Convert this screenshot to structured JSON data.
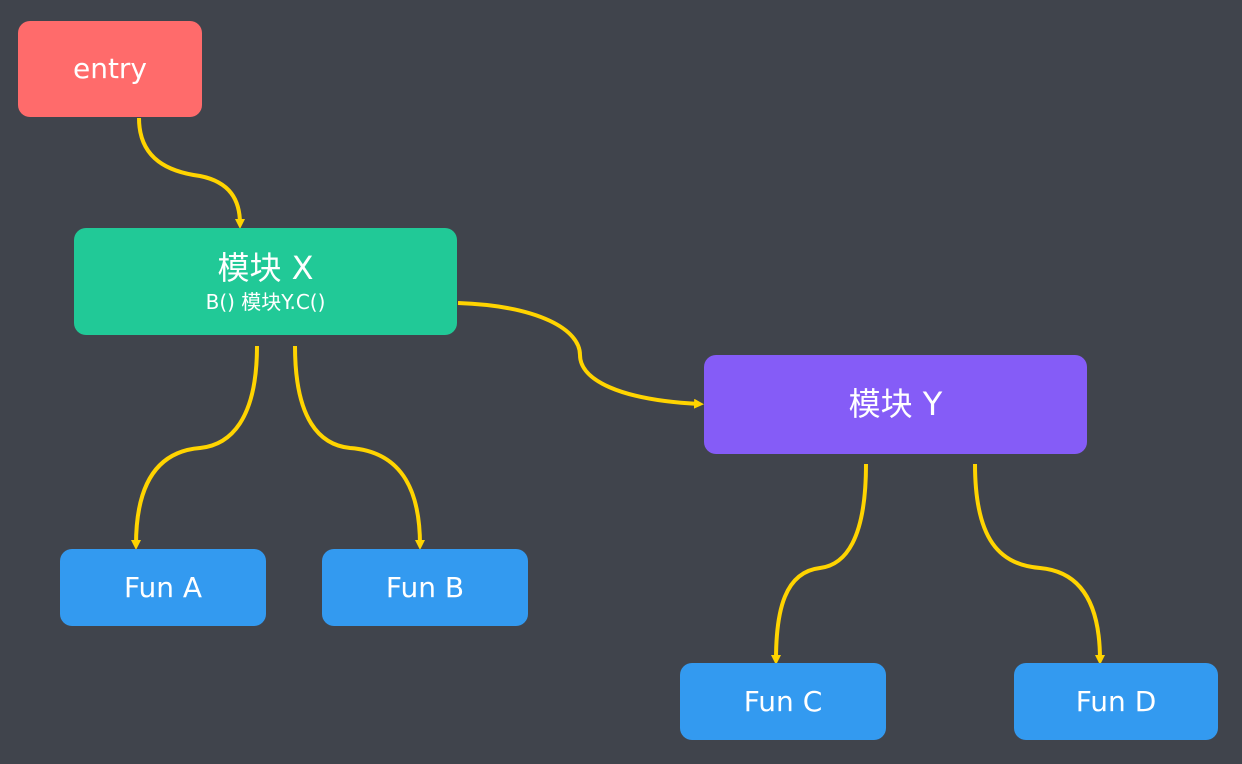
{
  "diagram": {
    "nodes": {
      "entry": {
        "title": "entry"
      },
      "module_x": {
        "title": "模块 X",
        "subtitle": "B()  模块Y.C()"
      },
      "module_y": {
        "title": "模块 Y"
      },
      "fun_a": {
        "title": "Fun A"
      },
      "fun_b": {
        "title": "Fun B"
      },
      "fun_c": {
        "title": "Fun C"
      },
      "fun_d": {
        "title": "Fun D"
      }
    },
    "edges": [
      {
        "from": "entry",
        "to": "module_x"
      },
      {
        "from": "module_x",
        "to": "fun_a"
      },
      {
        "from": "module_x",
        "to": "fun_b"
      },
      {
        "from": "module_x",
        "to": "module_y"
      },
      {
        "from": "module_y",
        "to": "fun_c"
      },
      {
        "from": "module_y",
        "to": "fun_d"
      }
    ]
  },
  "colors": {
    "background": "#40444c",
    "entry": "#ff6b6b",
    "module_x": "#21c997",
    "module_y": "#855cf7",
    "function": "#339af0",
    "arrow": "#ffd400"
  }
}
